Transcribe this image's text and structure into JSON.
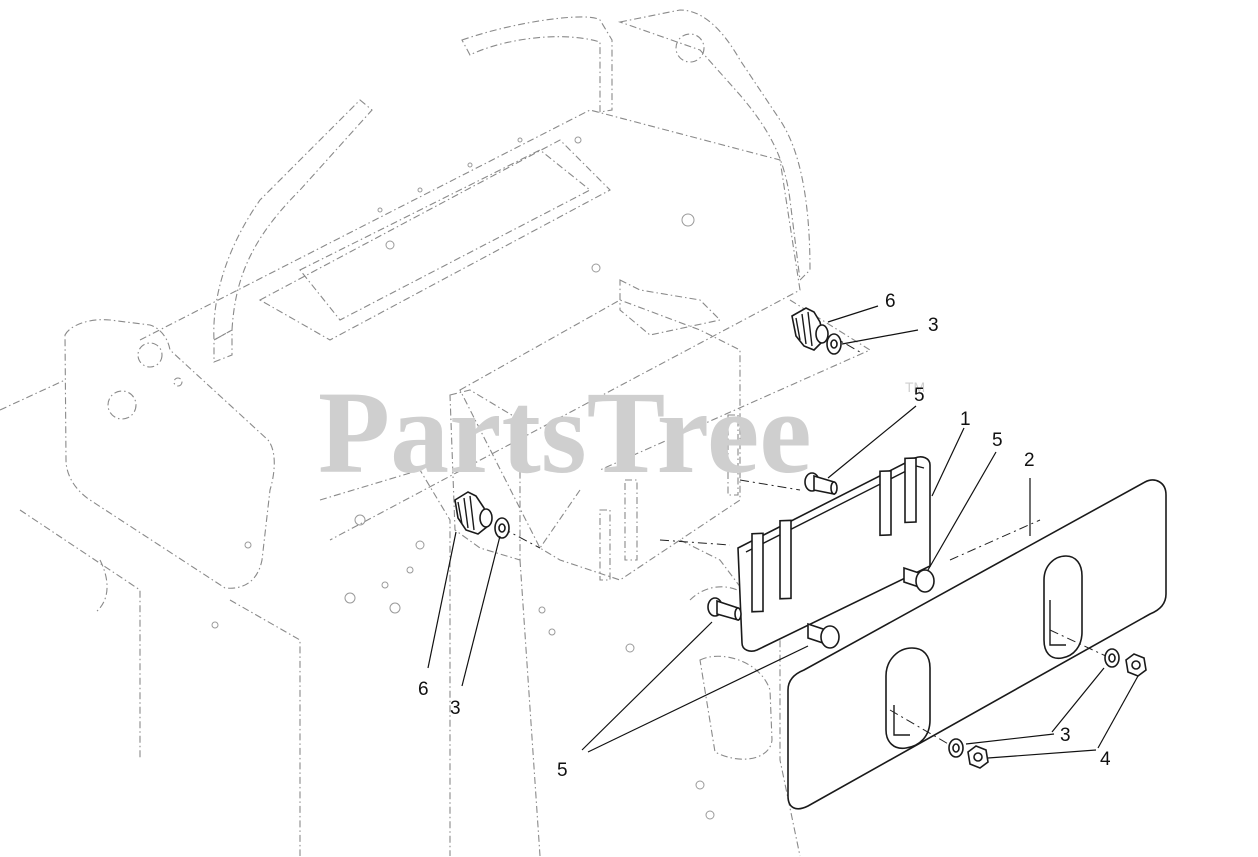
{
  "watermark": {
    "text": "PartsTree",
    "trademark": "TM"
  },
  "callouts": {
    "c1": "1",
    "c2": "2",
    "c3_top": "3",
    "c3_left": "3",
    "c3_bottom": "3",
    "c4": "4",
    "c5_top": "5",
    "c5_mid": "5",
    "c5_bottom": "5",
    "c6_top": "6",
    "c6_left": "6"
  }
}
